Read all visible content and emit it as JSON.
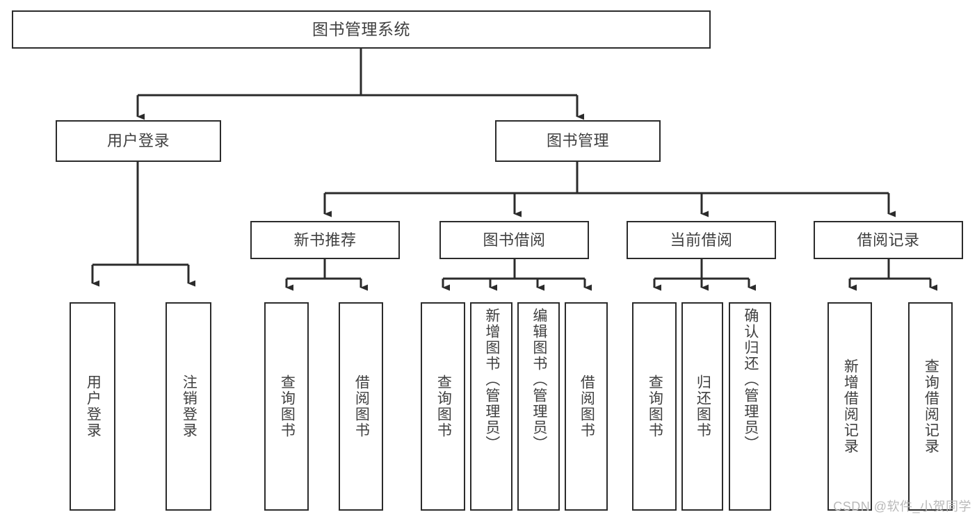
{
  "diagram": {
    "title": "图书管理系统",
    "type": "tree-hierarchy-chart",
    "watermark": "CSDN @软件_小贺同学",
    "colors": {
      "border": "#2b2b2b",
      "text": "#3f3f3f",
      "background": "#ffffff",
      "connector": "#2b2b2b",
      "watermark": "#b9b9b9"
    },
    "nodes": {
      "root": {
        "label": "图书管理系统"
      },
      "level1": [
        {
          "label": "用户登录"
        },
        {
          "label": "图书管理"
        }
      ],
      "level2": [
        {
          "label": "新书推荐"
        },
        {
          "label": "图书借阅"
        },
        {
          "label": "当前借阅"
        },
        {
          "label": "借阅记录"
        }
      ],
      "leaves": [
        {
          "label": "用户登录"
        },
        {
          "label": "注销登录"
        },
        {
          "label": "查询图书"
        },
        {
          "label": "借阅图书"
        },
        {
          "label": "查询图书"
        },
        {
          "label": "新增图书（管理员）"
        },
        {
          "label": "编辑图书（管理员）"
        },
        {
          "label": "借阅图书"
        },
        {
          "label": "查询图书"
        },
        {
          "label": "归还图书"
        },
        {
          "label": "确认归还（管理员）"
        },
        {
          "label": "新增借阅记录"
        },
        {
          "label": "查询借阅记录"
        }
      ]
    }
  }
}
